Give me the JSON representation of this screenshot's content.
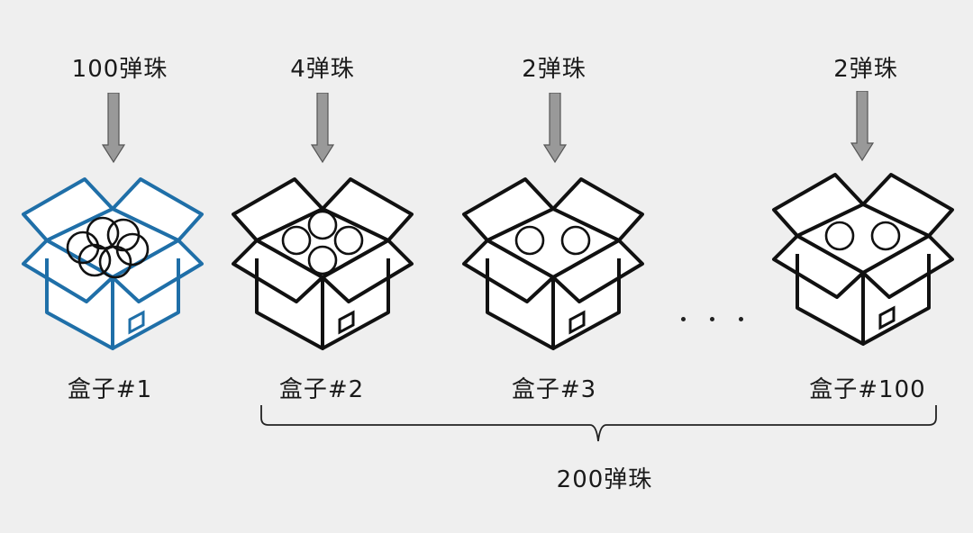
{
  "boxes": [
    {
      "id": "1",
      "input_label": "100弹珠",
      "box_label": "盒子#1",
      "highlight": true,
      "marbles": 6
    },
    {
      "id": "2",
      "input_label": "4弹珠",
      "box_label": "盒子#2",
      "highlight": false,
      "marbles": 4
    },
    {
      "id": "3",
      "input_label": "2弹珠",
      "box_label": "盒子#3",
      "highlight": false,
      "marbles": 2
    },
    {
      "id": "100",
      "input_label": "2弹珠",
      "box_label": "盒子#100",
      "highlight": false,
      "marbles": 2
    }
  ],
  "total_label": "200弹珠",
  "colors": {
    "highlight": "#1f6fa8",
    "outline": "#111111",
    "arrow": "#999999",
    "background": "#efefef"
  }
}
